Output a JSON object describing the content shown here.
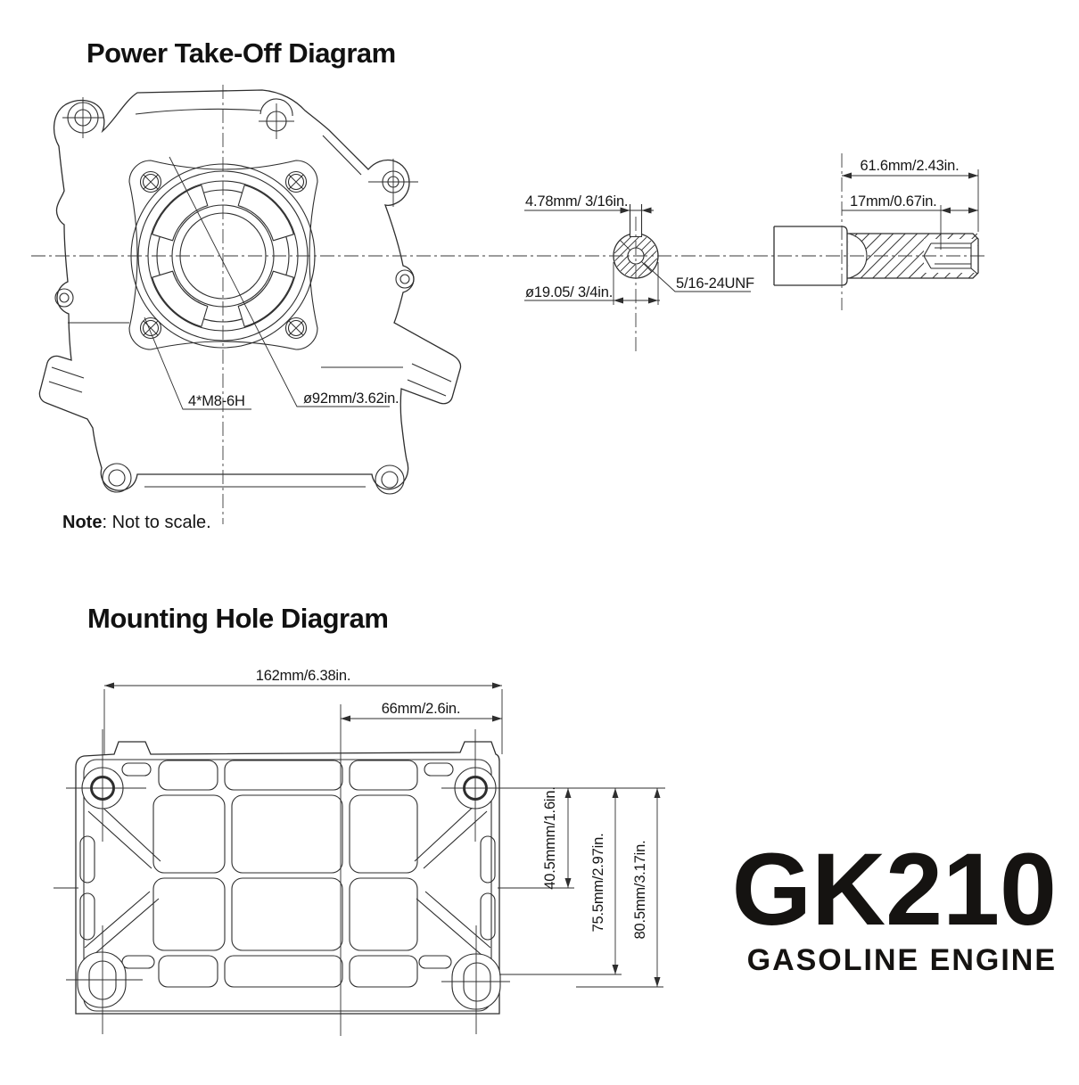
{
  "pto": {
    "title": "Power Take-Off Diagram",
    "note_label": "Note",
    "note_text": ": Not to scale.",
    "dims": {
      "keyway_width": "4.78mm/ 3/16in.",
      "shaft_diameter": "ø19.05/ 3/4in.",
      "thread_spec": "5/16-24UNF",
      "shaft_length": "61.6mm/2.43in.",
      "thread_depth": "17mm/0.67in.",
      "bolt_pattern": "4*M8-6H",
      "pilot_diameter": "ø92mm/3.62in."
    }
  },
  "mounting": {
    "title": "Mounting Hole Diagram",
    "dims": {
      "overall_width": "162mm/6.38in.",
      "half_width": "66mm/2.6in.",
      "hole_offset": "40.5mmm/1.6in.",
      "hole_span": "75.5mm/2.97in.",
      "slot_span": "80.5mm/3.17in."
    }
  },
  "brand": {
    "model": "GK210",
    "subtitle": "GASOLINE ENGINE"
  },
  "colors": {
    "line": "#2e2e2e",
    "text": "#111111"
  }
}
